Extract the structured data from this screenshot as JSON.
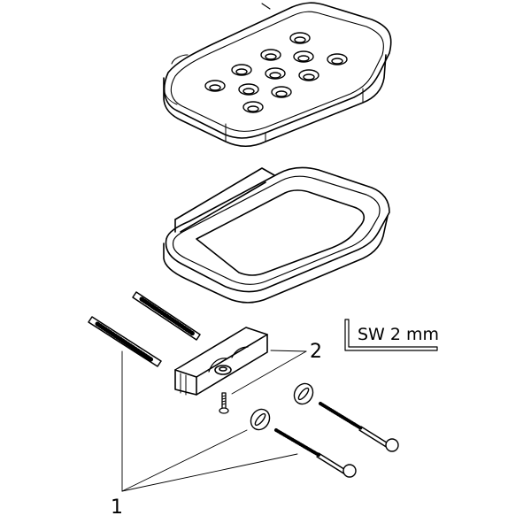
{
  "diagram": {
    "type": "exploded-assembly",
    "parts": [
      {
        "id": "soap-insert",
        "description": "Perforated soap dish insert with 11 drain holes"
      },
      {
        "id": "soap-tray",
        "description": "Soap dish holder tray with wall bracket"
      },
      {
        "id": "wall-bracket",
        "description": "Mounting bracket"
      },
      {
        "id": "set-screw",
        "description": "Small set screw"
      },
      {
        "id": "wall-plugs",
        "description": "Wall anchors (2)"
      },
      {
        "id": "washers",
        "description": "Washers (2)"
      },
      {
        "id": "wood-screws",
        "description": "Wood screws (2)"
      }
    ],
    "callouts": {
      "one": "1",
      "two": "2"
    },
    "tool": {
      "label": "SW 2 mm",
      "icon": "hex-key-icon"
    },
    "colors": {
      "line": "#000000",
      "background": "#ffffff"
    }
  }
}
